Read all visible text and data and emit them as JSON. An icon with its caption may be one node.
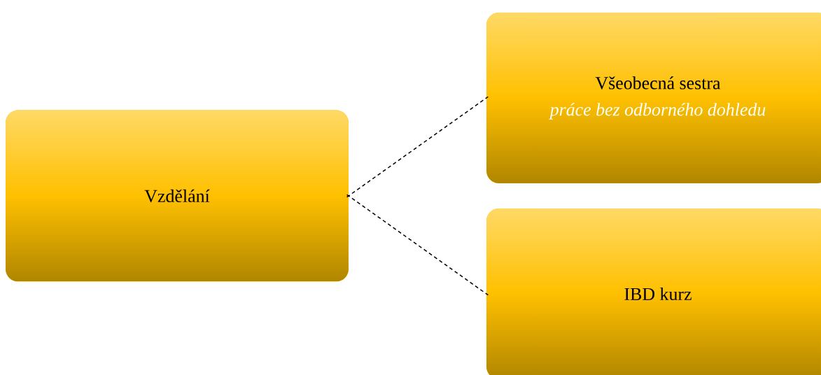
{
  "diagram": {
    "nodes": [
      {
        "text": [
          "Vzdělání"
        ]
      },
      {
        "text": [
          "Všeobecná sestra",
          "práce bez odborného dohledu"
        ]
      },
      {
        "text": [
          "IBD kurz"
        ]
      }
    ],
    "edges": [
      {
        "from": 0,
        "to": 1,
        "arrow": "none",
        "style": "dashed"
      },
      {
        "from": 0,
        "to": 2,
        "arrow": "none",
        "style": "dashed"
      }
    ]
  }
}
